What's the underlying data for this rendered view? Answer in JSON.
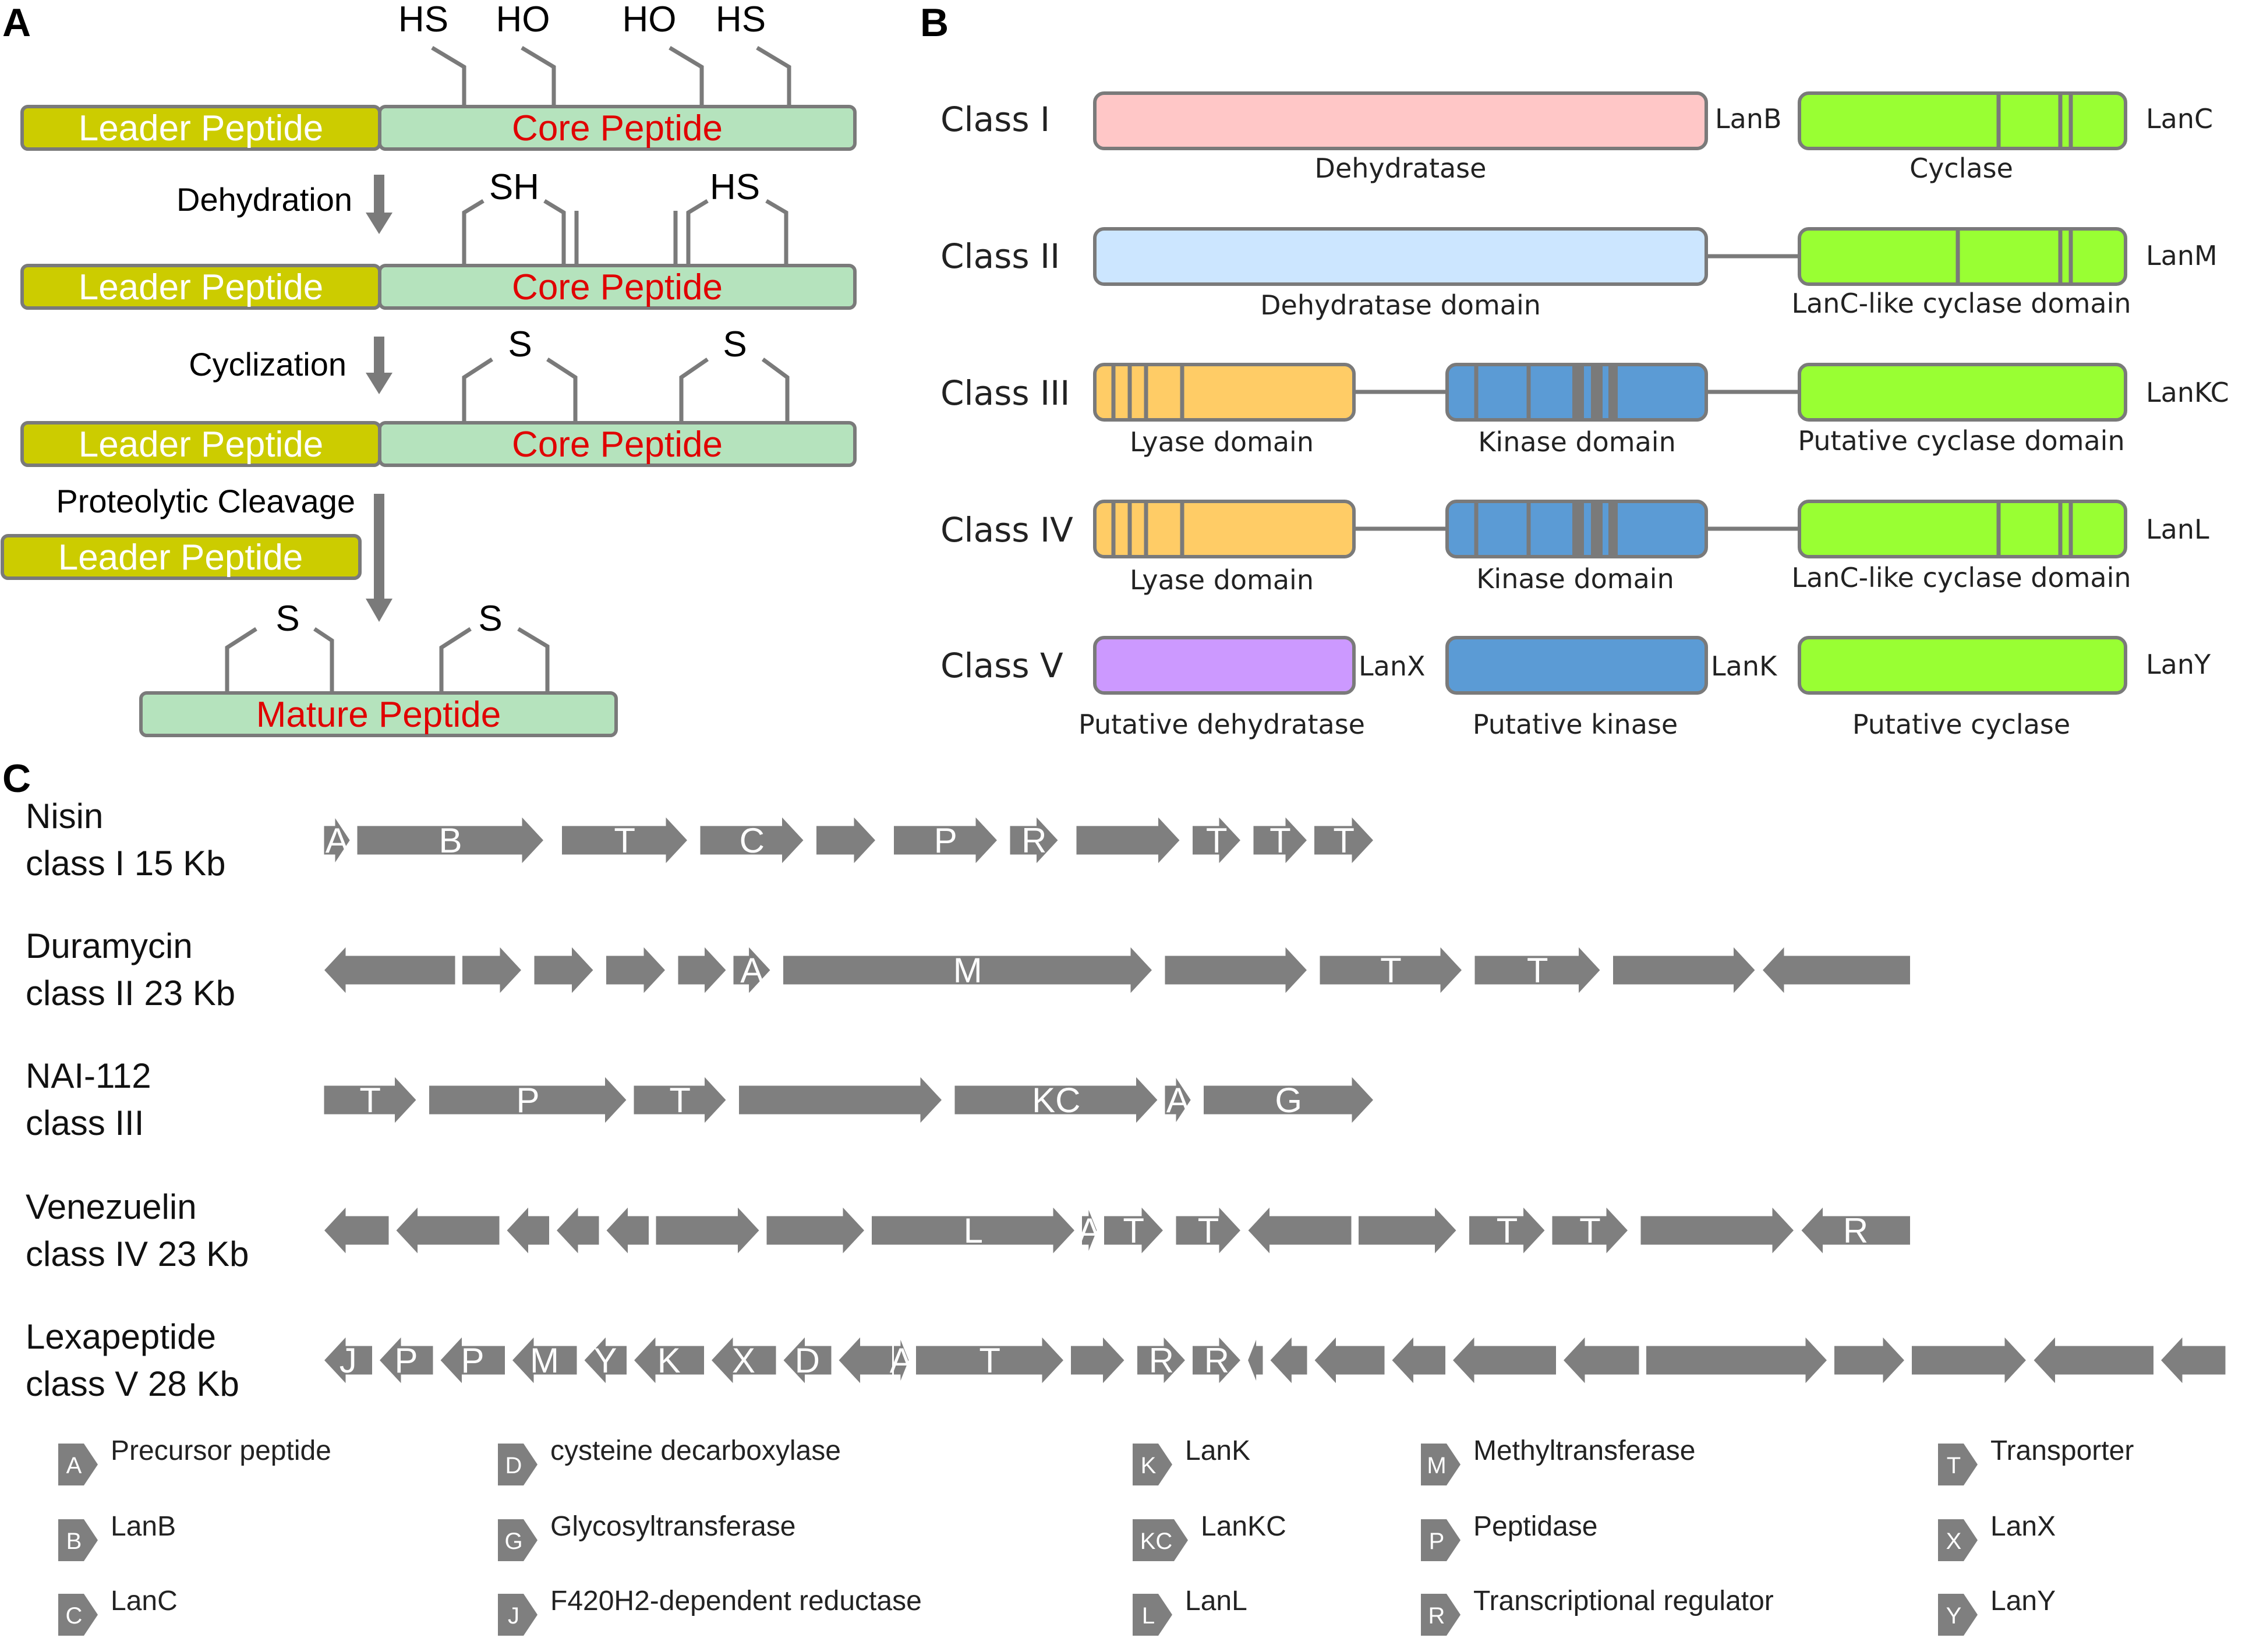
{
  "panels": {
    "a": "A",
    "b": "B",
    "c": "C"
  },
  "panel_a": {
    "leader": "Leader Peptide",
    "core": "Core Peptide",
    "mature": "Mature Peptide",
    "steps": [
      "Dehydration",
      "Cyclization",
      "Proteolytic Cleavage"
    ],
    "mods_top": [
      "HS",
      "HO",
      "HO",
      "HS"
    ],
    "mods_dehyd": [
      "SH",
      "HS"
    ],
    "sulfur": "S",
    "colors": {
      "leader": "#cccc00",
      "core": "#b5e3bd"
    }
  },
  "panel_b": {
    "classes": [
      {
        "label": "Class I",
        "doms": [
          {
            "name": "Dehydratase",
            "tag": "LanB",
            "color": "#ffc7c7"
          },
          {
            "name": "Cyclase",
            "tag": "LanC",
            "color": "#99ff33"
          }
        ]
      },
      {
        "label": "Class II",
        "doms": [
          {
            "name": "Dehydratase domain",
            "color": "#cce6ff"
          },
          {
            "name": "LanC-like cyclase domain",
            "tag": "LanM",
            "color": "#99ff33"
          }
        ]
      },
      {
        "label": "Class III",
        "doms": [
          {
            "name": "Lyase domain",
            "color": "#ffcc66"
          },
          {
            "name": "Kinase domain",
            "color": "#5b9bd5"
          },
          {
            "name": "Putative cyclase domain",
            "tag": "LanKC",
            "color": "#99ff33"
          }
        ]
      },
      {
        "label": "Class IV",
        "doms": [
          {
            "name": "Lyase domain",
            "color": "#ffcc66"
          },
          {
            "name": "Kinase domain",
            "color": "#5b9bd5"
          },
          {
            "name": "LanC-like cyclase domain",
            "tag": "LanL",
            "color": "#99ff33"
          }
        ]
      },
      {
        "label": "Class V",
        "doms": [
          {
            "name": "Putative dehydratase",
            "tag": "LanX",
            "color": "#cc99ff"
          },
          {
            "name": "Putative kinase",
            "tag": "LanK",
            "color": "#5b9bd5"
          },
          {
            "name": "Putative cyclase",
            "tag": "LanY",
            "color": "#99ff33"
          }
        ]
      }
    ]
  },
  "panel_c": {
    "clusters": [
      {
        "name": "Nisin",
        "sub": "class I 15 Kb",
        "genes": [
          {
            "s": 0,
            "e": 0.05,
            "d": 1,
            "l": "A"
          },
          {
            "s": 0.06,
            "e": 0.4,
            "d": 1,
            "l": "B"
          },
          {
            "s": 0.43,
            "e": 0.66,
            "d": 1,
            "l": "T"
          },
          {
            "s": 0.68,
            "e": 0.87,
            "d": 1,
            "l": "C"
          },
          {
            "s": 0.89,
            "e": 1.0,
            "d": 1,
            "l": ""
          },
          {
            "s": 1.03,
            "e": 1.22,
            "d": 1,
            "l": "P"
          },
          {
            "s": 1.24,
            "e": 1.33,
            "d": 1,
            "l": "R"
          },
          {
            "s": 1.36,
            "e": 1.55,
            "d": 1,
            "l": ""
          },
          {
            "s": 1.57,
            "e": 1.66,
            "d": 1,
            "l": "T"
          },
          {
            "s": 1.68,
            "e": 1.78,
            "d": 1,
            "l": "T"
          },
          {
            "s": 1.79,
            "e": 1.9,
            "d": 1,
            "l": "T"
          }
        ]
      },
      {
        "name": "Duramycin",
        "sub": "class II 23 Kb",
        "genes": [
          {
            "s": 0,
            "e": 0.24,
            "d": -1,
            "l": ""
          },
          {
            "s": 0.25,
            "e": 0.36,
            "d": 1,
            "l": ""
          },
          {
            "s": 0.38,
            "e": 0.49,
            "d": 1,
            "l": ""
          },
          {
            "s": 0.51,
            "e": 0.62,
            "d": 1,
            "l": ""
          },
          {
            "s": 0.64,
            "e": 0.73,
            "d": 1,
            "l": ""
          },
          {
            "s": 0.74,
            "e": 0.81,
            "d": 1,
            "l": "A"
          },
          {
            "s": 0.83,
            "e": 1.5,
            "d": 1,
            "l": "M"
          },
          {
            "s": 1.52,
            "e": 1.78,
            "d": 1,
            "l": ""
          },
          {
            "s": 1.8,
            "e": 2.06,
            "d": 1,
            "l": "T"
          },
          {
            "s": 2.08,
            "e": 2.31,
            "d": 1,
            "l": "T"
          },
          {
            "s": 2.33,
            "e": 2.59,
            "d": 1,
            "l": ""
          },
          {
            "s": 2.6,
            "e": 2.87,
            "d": -1,
            "l": ""
          }
        ]
      },
      {
        "name": "NAI-112",
        "sub": "class III",
        "genes": [
          {
            "s": 0,
            "e": 0.17,
            "d": 1,
            "l": "T"
          },
          {
            "s": 0.19,
            "e": 0.55,
            "d": 1,
            "l": "P"
          },
          {
            "s": 0.56,
            "e": 0.73,
            "d": 1,
            "l": "T"
          },
          {
            "s": 0.75,
            "e": 1.12,
            "d": 1,
            "l": ""
          },
          {
            "s": 1.14,
            "e": 1.51,
            "d": 1,
            "l": "KC"
          },
          {
            "s": 1.52,
            "e": 1.57,
            "d": 1,
            "l": "A"
          },
          {
            "s": 1.59,
            "e": 1.9,
            "d": 1,
            "l": "G"
          }
        ]
      },
      {
        "name": "Venezuelin",
        "sub": "class IV 23 Kb",
        "genes": [
          {
            "s": 0,
            "e": 0.12,
            "d": -1,
            "l": ""
          },
          {
            "s": 0.13,
            "e": 0.32,
            "d": -1,
            "l": ""
          },
          {
            "s": 0.33,
            "e": 0.41,
            "d": -1,
            "l": ""
          },
          {
            "s": 0.42,
            "e": 0.5,
            "d": -1,
            "l": ""
          },
          {
            "s": 0.51,
            "e": 0.59,
            "d": -1,
            "l": ""
          },
          {
            "s": 0.6,
            "e": 0.79,
            "d": 1,
            "l": ""
          },
          {
            "s": 0.8,
            "e": 0.98,
            "d": 1,
            "l": ""
          },
          {
            "s": 0.99,
            "e": 1.36,
            "d": 1,
            "l": "L"
          },
          {
            "s": 1.37,
            "e": 1.4,
            "d": 1,
            "l": "A"
          },
          {
            "s": 1.41,
            "e": 1.52,
            "d": 1,
            "l": "T"
          },
          {
            "s": 1.54,
            "e": 1.66,
            "d": 1,
            "l": "T"
          },
          {
            "s": 1.67,
            "e": 1.86,
            "d": -1,
            "l": ""
          },
          {
            "s": 1.87,
            "e": 2.05,
            "d": 1,
            "l": ""
          },
          {
            "s": 2.07,
            "e": 2.21,
            "d": 1,
            "l": "T"
          },
          {
            "s": 2.22,
            "e": 2.36,
            "d": 1,
            "l": "T"
          },
          {
            "s": 2.38,
            "e": 2.66,
            "d": 1,
            "l": ""
          },
          {
            "s": 2.67,
            "e": 2.87,
            "d": -1,
            "l": "R"
          }
        ]
      },
      {
        "name": "Lexapeptide",
        "sub": "class V 28 Kb",
        "genes": [
          {
            "s": 0,
            "e": 0.09,
            "d": -1,
            "l": "J"
          },
          {
            "s": 0.1,
            "e": 0.2,
            "d": -1,
            "l": "P"
          },
          {
            "s": 0.21,
            "e": 0.33,
            "d": -1,
            "l": "P"
          },
          {
            "s": 0.34,
            "e": 0.46,
            "d": -1,
            "l": "M"
          },
          {
            "s": 0.47,
            "e": 0.55,
            "d": -1,
            "l": "Y"
          },
          {
            "s": 0.56,
            "e": 0.69,
            "d": -1,
            "l": "K"
          },
          {
            "s": 0.7,
            "e": 0.82,
            "d": -1,
            "l": "X"
          },
          {
            "s": 0.83,
            "e": 0.92,
            "d": -1,
            "l": "D"
          },
          {
            "s": 0.93,
            "e": 1.03,
            "d": -1,
            "l": ""
          },
          {
            "s": 1.03,
            "e": 1.06,
            "d": 1,
            "l": "A"
          },
          {
            "s": 1.07,
            "e": 1.34,
            "d": 1,
            "l": "T"
          },
          {
            "s": 1.35,
            "e": 1.45,
            "d": 1,
            "l": ""
          },
          {
            "s": 1.47,
            "e": 1.56,
            "d": 1,
            "l": "R"
          },
          {
            "s": 1.57,
            "e": 1.66,
            "d": 1,
            "l": "R"
          },
          {
            "s": 1.67,
            "e": 1.7,
            "d": -1,
            "l": ""
          },
          {
            "s": 1.71,
            "e": 1.78,
            "d": -1,
            "l": ""
          },
          {
            "s": 1.79,
            "e": 1.92,
            "d": -1,
            "l": ""
          },
          {
            "s": 1.93,
            "e": 2.03,
            "d": -1,
            "l": ""
          },
          {
            "s": 2.04,
            "e": 2.23,
            "d": -1,
            "l": ""
          },
          {
            "s": 2.24,
            "e": 2.38,
            "d": -1,
            "l": ""
          },
          {
            "s": 2.39,
            "e": 2.72,
            "d": 1,
            "l": ""
          },
          {
            "s": 2.73,
            "e": 2.86,
            "d": 1,
            "l": ""
          },
          {
            "s": 2.87,
            "e": 3.08,
            "d": 1,
            "l": ""
          },
          {
            "s": 3.09,
            "e": 3.31,
            "d": -1,
            "l": ""
          },
          {
            "s": 3.32,
            "e": 3.44,
            "d": -1,
            "l": ""
          }
        ]
      }
    ],
    "legend": [
      {
        "k": "A",
        "v": "Precursor peptide"
      },
      {
        "k": "B",
        "v": "LanB"
      },
      {
        "k": "C",
        "v": "LanC"
      },
      {
        "k": "D",
        "v": "cysteine decarboxylase"
      },
      {
        "k": "G",
        "v": "Glycosyltransferase"
      },
      {
        "k": "J",
        "v": "F420H2-dependent reductase"
      },
      {
        "k": "K",
        "v": "LanK"
      },
      {
        "k": "KC",
        "v": "LanKC"
      },
      {
        "k": "L",
        "v": "LanL"
      },
      {
        "k": "M",
        "v": "Methyltransferase"
      },
      {
        "k": "P",
        "v": "Peptidase"
      },
      {
        "k": "R",
        "v": "Transcriptional regulator"
      },
      {
        "k": "T",
        "v": "Transporter"
      },
      {
        "k": "X",
        "v": "LanX"
      },
      {
        "k": "Y",
        "v": "LanY"
      }
    ],
    "gene_color": "#7f7f7f"
  }
}
